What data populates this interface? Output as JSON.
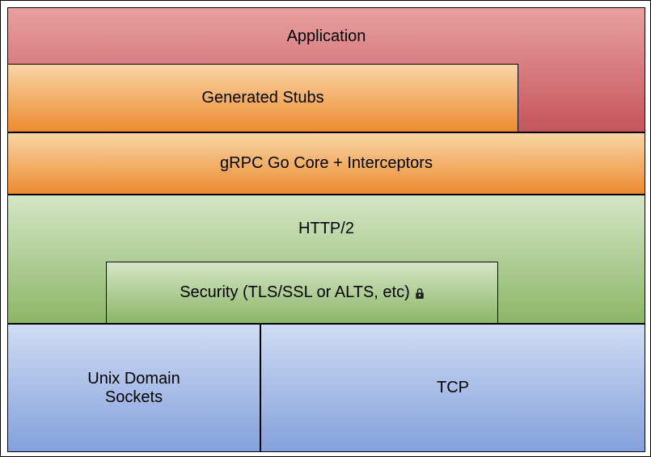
{
  "layers": {
    "application": {
      "label": "Application"
    },
    "generated_stubs": {
      "label": "Generated Stubs"
    },
    "grpc_core": {
      "label": "gRPC Go Core + Interceptors"
    },
    "http2": {
      "label": "HTTP/2"
    },
    "security": {
      "label": "Security (TLS/SSL or ALTS, etc)"
    },
    "unix_domain_sockets": {
      "label": "Unix Domain Sockets"
    },
    "tcp": {
      "label": "TCP"
    }
  },
  "icons": {
    "security_lock": "lock-icon"
  },
  "colors": {
    "red_top": "#E8A0A0",
    "red_bottom": "#C5555C",
    "orange_top": "#F9D5A5",
    "orange_bottom": "#EC8B30",
    "green_top": "#D4E6C6",
    "green_bottom": "#8CB667",
    "blue_top": "#CFDCF3",
    "blue_bottom": "#84A1DC",
    "border": "#000000",
    "text": "#000000"
  }
}
